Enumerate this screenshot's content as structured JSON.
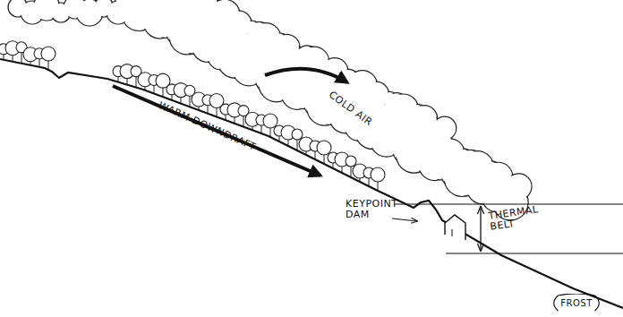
{
  "diagram": {
    "nodes": [
      {
        "text": [
          "FROST"
        ]
      }
    ],
    "labels": [
      "COLD AIR",
      "WARM DOWNDRAFT",
      "KEYPOINT DAM",
      "THERMAL BELT"
    ]
  }
}
